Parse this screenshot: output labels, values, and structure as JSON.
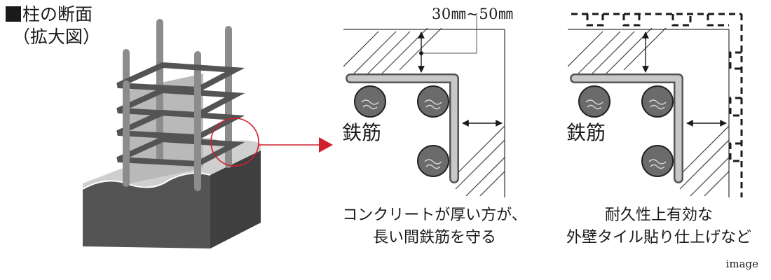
{
  "title": "柱の断面",
  "subtitle": "（拡大図）",
  "dimension": "30㎜~50㎜",
  "rebar_label_left": "鉄筋",
  "rebar_label_right": "鉄筋",
  "caption_left": [
    "コンクリートが厚い方が、",
    "長い間鉄筋を守る"
  ],
  "caption_right": [
    "耐久性上有効な",
    "外壁タイル貼り仕上げなど"
  ],
  "image_note": "image",
  "colors": {
    "dark_gray": "#545454",
    "mid_gray": "#8c8c8c",
    "light_gray": "#c8c8c8",
    "accent_red": "#d0202e",
    "line": "#333333"
  }
}
